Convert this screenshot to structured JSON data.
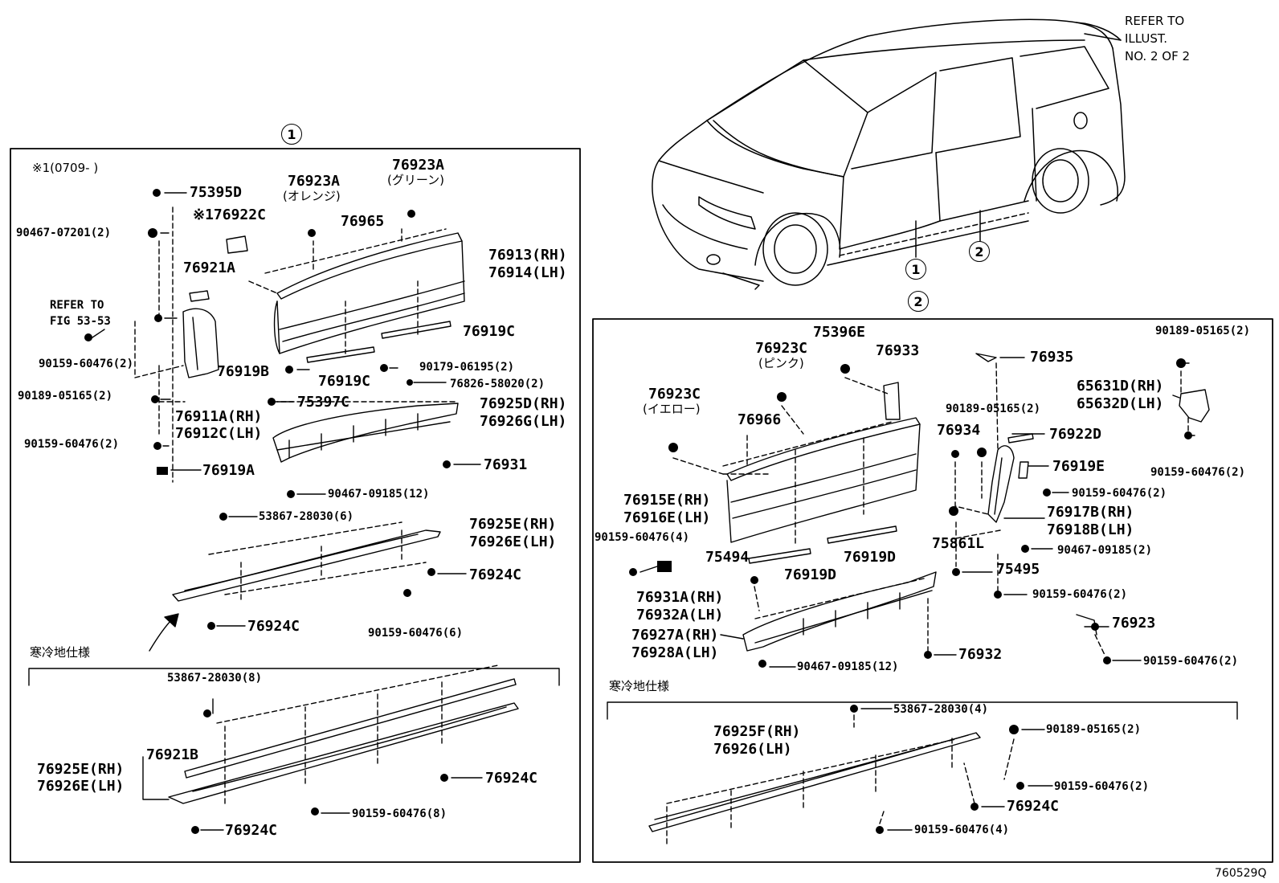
{
  "callouts": {
    "panel1": "1",
    "panel2": "2",
    "car1": "1",
    "car2": "2"
  },
  "refer_illust": {
    "line1": "REFER TO",
    "line2": "ILLUST.",
    "line3": "NO. 2 OF 2"
  },
  "refer_fig": {
    "line1": "REFER TO",
    "line2": "FIG 53-53"
  },
  "note": "※1(0709-    )",
  "cold_spec_1": "寒冷地仕様",
  "cold_spec_2": "寒冷地仕様",
  "drawing_number": "760529Q",
  "left_parts": [
    "75395D",
    "90467-07201(2)",
    "※176922C",
    "76923A",
    "(オレンジ)",
    "76923A",
    "(グリーン)",
    "76965",
    "76913(RH)",
    "76914(LH)",
    "76921A",
    "76919C",
    "76919B",
    "76919C",
    "90179-06195(2)",
    "76826-58020(2)",
    "90159-60476(2)",
    "90189-05165(2)",
    "75397C",
    "76925D(RH)",
    "76926G(LH)",
    "76911A(RH)",
    "76912C(LH)",
    "90159-60476(2)",
    "76931",
    "76919A",
    "90467-09185(12)",
    "53867-28030(6)",
    "76925E(RH)",
    "76926E(LH)",
    "76924C",
    "76924C",
    "90159-60476(6)",
    "53867-28030(8)",
    "76921B",
    "76925E(RH)",
    "76926E(LH)",
    "76924C",
    "90159-60476(8)",
    "76924C"
  ],
  "right_parts": [
    "75396E",
    "76923C",
    "(ピンク)",
    "76933",
    "76935",
    "90189-05165(2)",
    "65631D(RH)",
    "65632D(LH)",
    "76923C",
    "(イエロー)",
    "76966",
    "90189-05165(2)",
    "76934",
    "76922D",
    "76919E",
    "90159-60476(2)",
    "76915E(RH)",
    "76916E(LH)",
    "90159-60476(2)",
    "76917B(RH)",
    "76918B(LH)",
    "90159-60476(4)",
    "75861L",
    "90467-09185(2)",
    "75494",
    "76919D",
    "76919D",
    "75495",
    "76931A(RH)",
    "76932A(LH)",
    "90159-60476(2)",
    "76923",
    "76927A(RH)",
    "76928A(LH)",
    "76932",
    "90467-09185(12)",
    "90159-60476(2)",
    "53867-28030(4)",
    "90189-05165(2)",
    "76925F(RH)",
    "76926(LH)",
    "90159-60476(2)",
    "76924C",
    "90159-60476(4)"
  ]
}
